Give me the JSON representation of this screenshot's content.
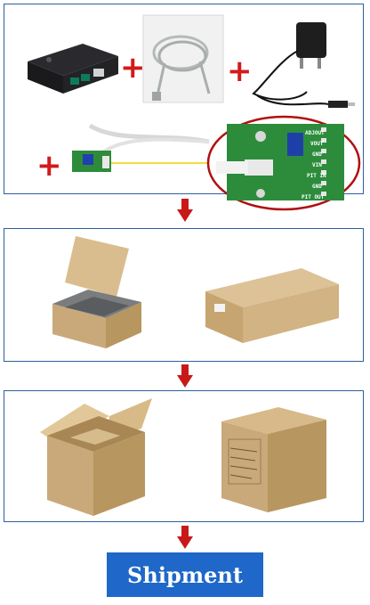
{
  "steps": [
    {
      "name": "contents",
      "items": [
        "device",
        "cable",
        "adapter",
        "sensor-board"
      ]
    },
    {
      "name": "gift-box"
    },
    {
      "name": "carton"
    }
  ],
  "board_pins": [
    "ADJOUT",
    "VOUT",
    "GND",
    "VIN",
    "PIT IN",
    "GND",
    "PIT OUT"
  ],
  "plus_sign": "+",
  "cta": {
    "label": "Shipment"
  },
  "colors": {
    "frame": "#2f5f9e",
    "accent": "#d21a1a",
    "button": "#1f67c8",
    "cardboard": "#c9a97a"
  }
}
